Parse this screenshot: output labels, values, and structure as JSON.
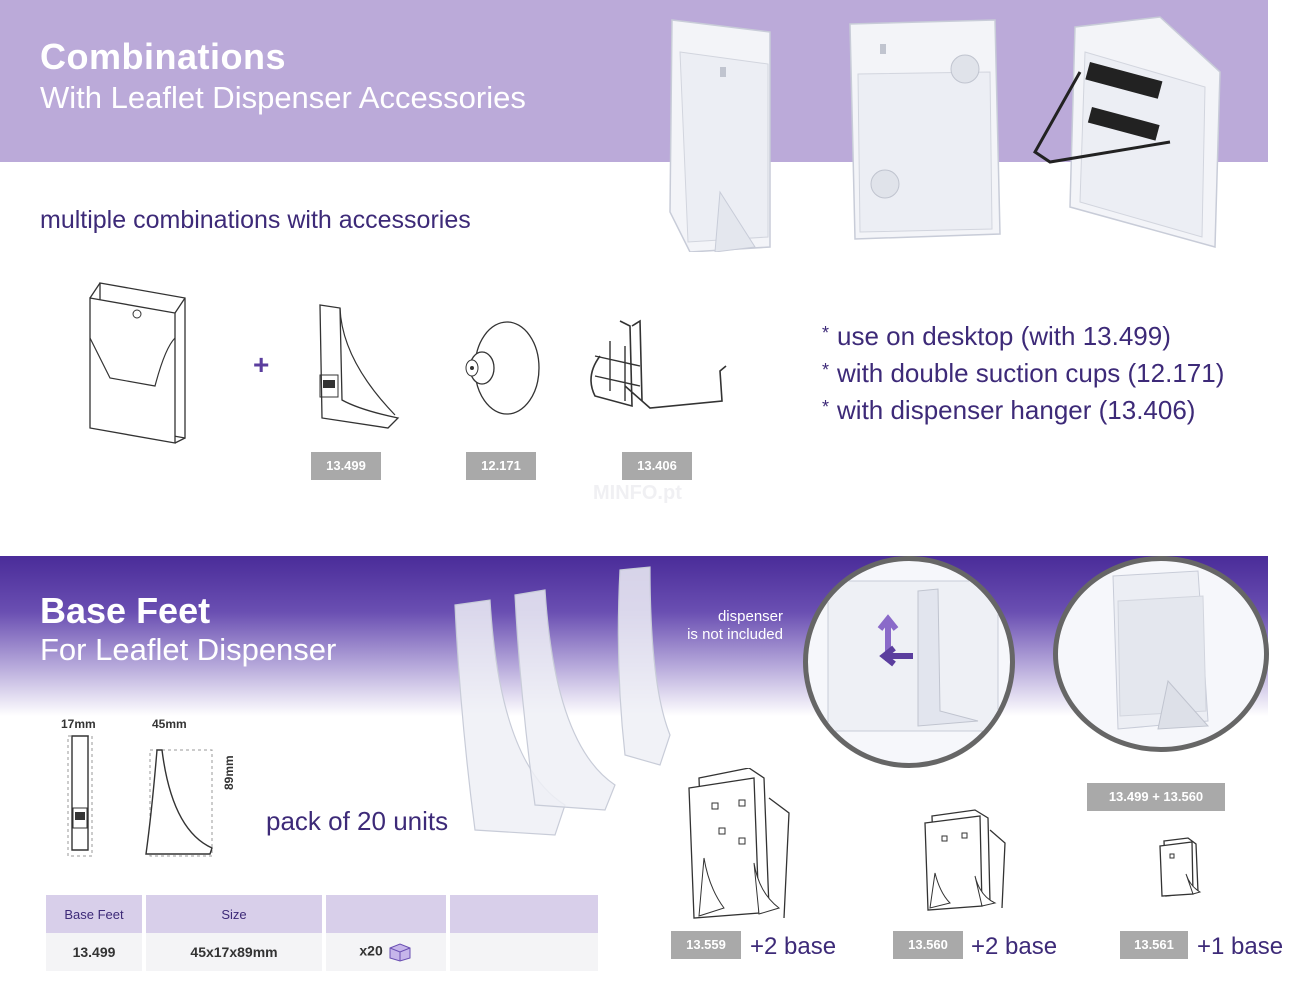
{
  "combinations": {
    "title": "Combinations",
    "subtitle": "With Leaflet Dispenser Accessories",
    "tagline": "multiple combinations with accessories",
    "plus": "+",
    "accessory_codes": [
      "13.499",
      "12.171",
      "13.406"
    ],
    "bullets": [
      "use on desktop (with 13.499)",
      "with double suction cups (12.171)",
      "with dispenser hanger (13.406)"
    ],
    "bullet_mark": "*"
  },
  "base_feet": {
    "title": "Base Feet",
    "subtitle": "For Leaflet Dispenser",
    "note_line1": "dispenser",
    "note_line2": "is not included",
    "dims": {
      "depth": "17mm",
      "width": "45mm",
      "height": "89mm"
    },
    "pack": "pack of 20 units",
    "combo_label": "13.499 + 13.560",
    "variants": [
      {
        "code": "13.559",
        "label": "+2 base"
      },
      {
        "code": "13.560",
        "label": "+2 base"
      },
      {
        "code": "13.561",
        "label": "+1 base"
      }
    ],
    "table": {
      "headers": [
        "Base Feet",
        "Size",
        "",
        ""
      ],
      "row": {
        "code": "13.499",
        "size": "45x17x89mm",
        "qty": "x20"
      }
    }
  },
  "watermark": "MINFO.pt",
  "colors": {
    "lavender": "#bbaad9",
    "purple": "#4a2c99",
    "text": "#3d2a78",
    "tag": "#a9a9a9"
  }
}
